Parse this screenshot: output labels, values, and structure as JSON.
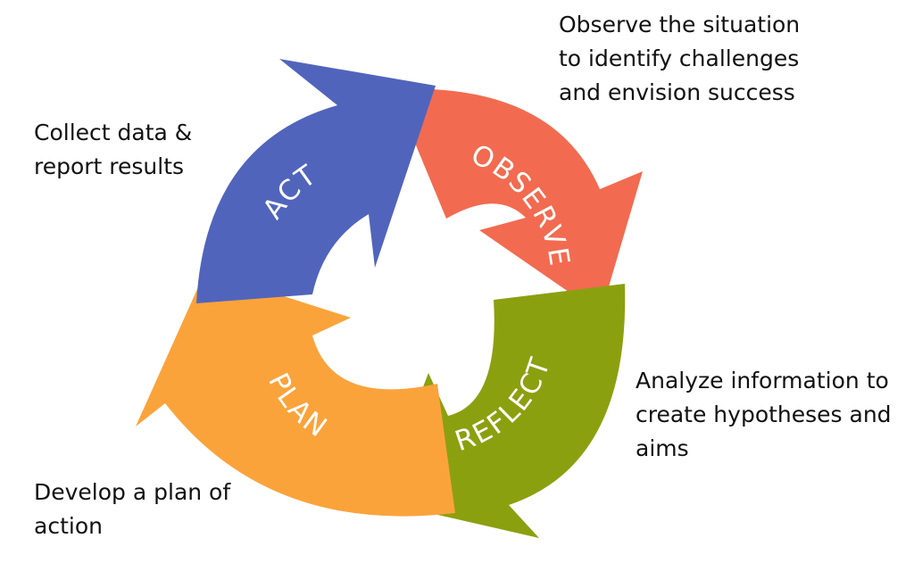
{
  "cycle": [
    {
      "key": "observe",
      "label": "OBSERVE",
      "color": "#f26b50",
      "description": [
        "Observe the situation",
        "to identify challenges",
        "and envision success"
      ]
    },
    {
      "key": "reflect",
      "label": "REFLECT",
      "color": "#8ba00f",
      "description": [
        "Analyze information to",
        "create hypotheses and",
        "aims"
      ]
    },
    {
      "key": "plan",
      "label": "PLAN",
      "color": "#fba33b",
      "description": [
        "Develop a plan of",
        "action"
      ]
    },
    {
      "key": "act",
      "label": "ACT",
      "color": "#5164bc",
      "description": [
        "Collect data &",
        "report results"
      ]
    }
  ]
}
